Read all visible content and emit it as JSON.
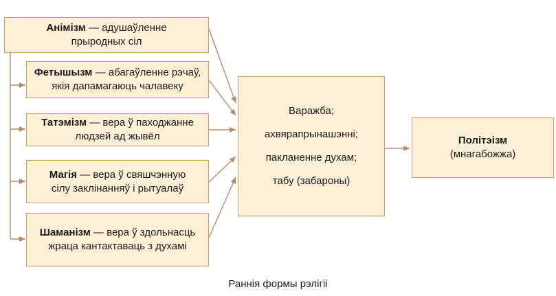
{
  "left_boxes": [
    {
      "term": "Анімізм",
      "rest1": " — адушаўленне",
      "line2": "прыродных сіл"
    },
    {
      "term": "Фетышызм",
      "rest1": " — абагаўленне рэчаў,",
      "line2": "якія дапамагаюць чалавеку"
    },
    {
      "term": "Татэмізм",
      "rest1": " — вера ў паходжанне",
      "line2": "людзей ад жывёл"
    },
    {
      "term": "Магія",
      "rest1": " — вера ў свяшчэнную",
      "line2": "сілу заклінанняў і рытуалаў"
    },
    {
      "term": "Шаманізм",
      "rest1": " — вера ў здольнасць",
      "line2": "жраца кантактаваць з духамі"
    }
  ],
  "center_box": {
    "lines": [
      "Варажба;",
      "ахвярапрынашэнні;",
      "пакланенне духам;",
      "табу (забароны)"
    ]
  },
  "right_box": {
    "title": "Політэізм",
    "subtitle": "(мнагабожжа)"
  },
  "caption": "Раннія формы рэлігіі",
  "colors": {
    "box_fill": "#fdf0d6",
    "box_border": "#c79a5e",
    "connector": "#b98a6a"
  }
}
